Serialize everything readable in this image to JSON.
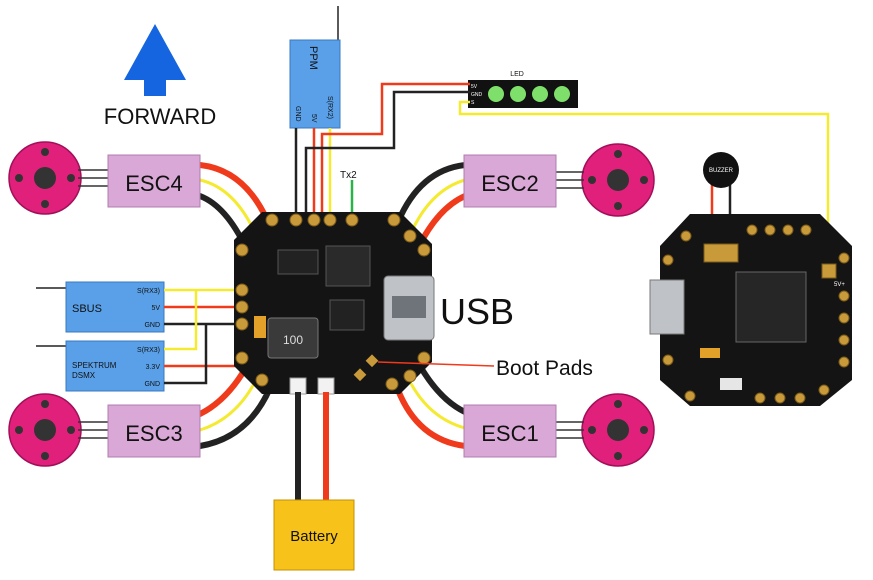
{
  "direction": {
    "label": "FORWARD",
    "arrow_color": "#1565e0"
  },
  "esc_labels": {
    "esc1": "ESC1",
    "esc2": "ESC2",
    "esc3": "ESC3",
    "esc4": "ESC4"
  },
  "receivers": {
    "ppm": {
      "title": "PPM",
      "pins": {
        "signal": "S(RX2)",
        "power": "5V",
        "ground": "GND"
      }
    },
    "sbus": {
      "title": "SBUS",
      "pins": {
        "signal": "S(RX3)",
        "power": "5V",
        "ground": "GND"
      }
    },
    "spektrum": {
      "title_line1": "SPEKTRUM",
      "title_line2": "DSMX",
      "pins": {
        "signal": "S(RX3)",
        "power": "3.3V",
        "ground": "GND"
      }
    }
  },
  "led": {
    "title": "LED",
    "pins": {
      "p1": "5V",
      "p2": "GND",
      "p3": "S"
    }
  },
  "tx_label": "Tx2",
  "usb_label": "USB",
  "boot_pads_label": "Boot Pads",
  "inductor_label": "100",
  "battery_label": "Battery",
  "buzzer_label": "BUZZER",
  "rear_pad_label": "5V+",
  "colors": {
    "esc_box": "#d9a8d6",
    "receiver_box": "#5aa0e8",
    "battery_box": "#f7c21a",
    "motor": "#e0207a",
    "pcb": "#141414",
    "wire_red": "#ef3a1c",
    "wire_yellow": "#f4ea30",
    "wire_black": "#222222",
    "led_green": "#7ee06b"
  }
}
